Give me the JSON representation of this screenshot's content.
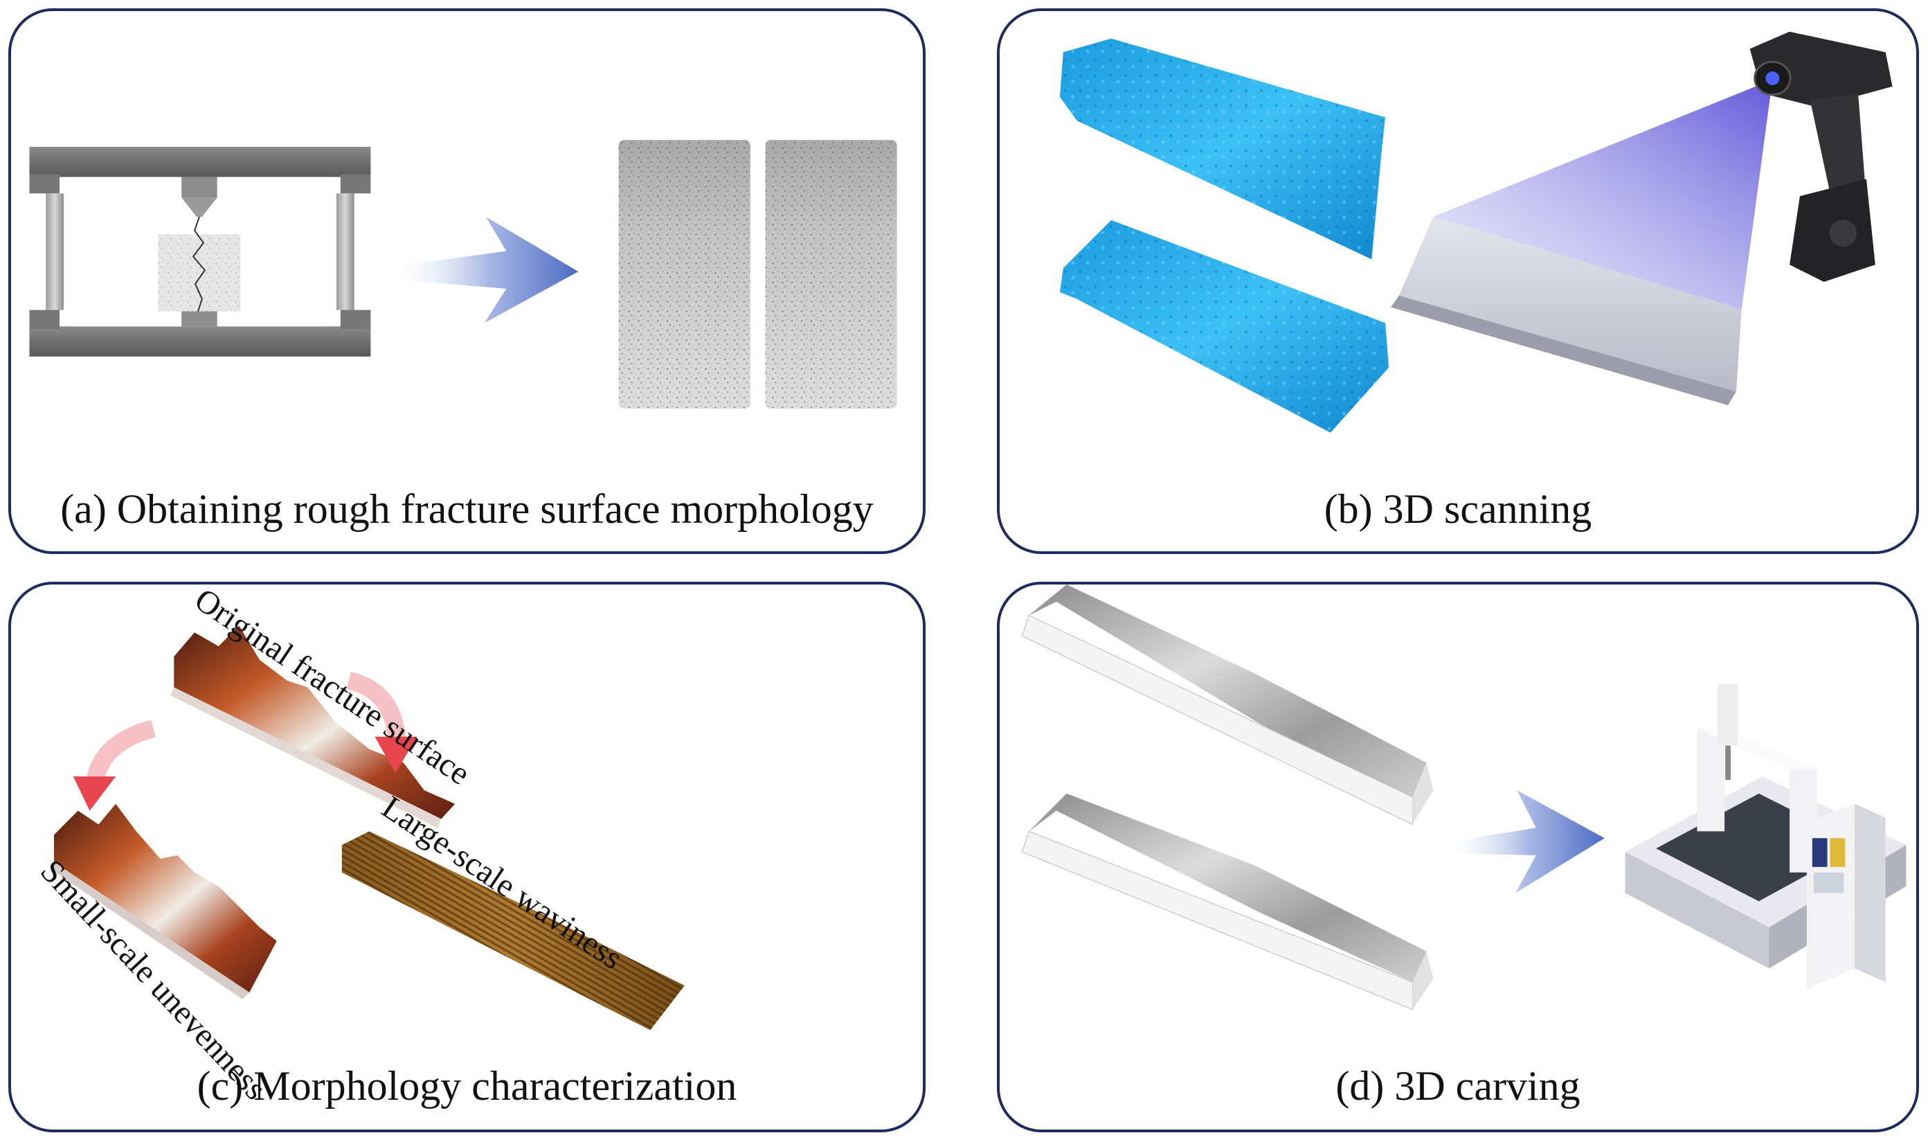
{
  "panels": {
    "a": {
      "caption": "(a) Obtaining rough fracture surface morphology"
    },
    "b": {
      "caption": "(b) 3D scanning"
    },
    "c": {
      "caption": "(c) Morphology characterization",
      "label_original": "Original fracture surface",
      "label_small": "Small-scale unevenness",
      "label_large": "Large-scale waviness"
    },
    "d": {
      "caption": "(d) 3D carving"
    }
  },
  "colors": {
    "panel_border": "#1f2b5e",
    "arrow_blue": "#5b78c8",
    "arrow_red": "#e8555f",
    "scan_surface": "#1fa6e8",
    "laser_beam": "#7b74e0"
  },
  "icons": [
    "loading-frame-icon",
    "arrow-icon",
    "rock-specimen-icon",
    "scanner-icon",
    "carving-machine-icon"
  ]
}
